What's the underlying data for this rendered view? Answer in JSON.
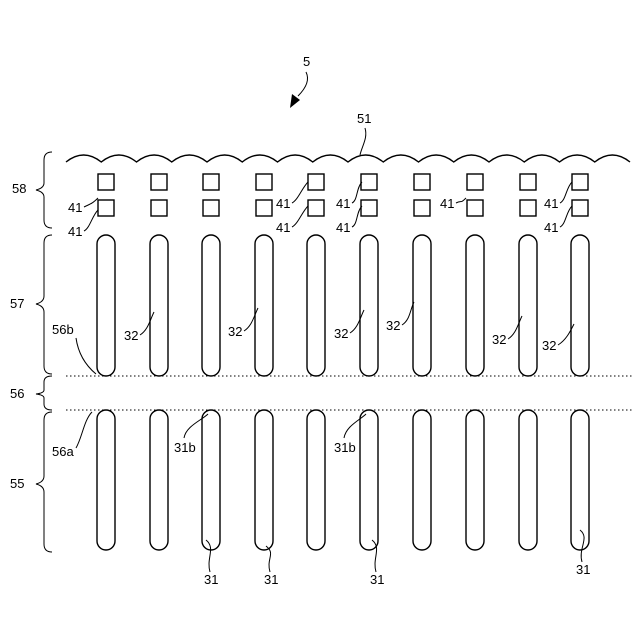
{
  "figure": {
    "ref": "5",
    "top_surface": "51",
    "cell_label": "41",
    "pillar_top": "32",
    "pillar_bottom": "31",
    "pillar_end": "31b",
    "region_58": "58",
    "region_57": "57",
    "region_56": "56",
    "region_55": "55",
    "boundary_upper": "56b",
    "boundary_lower": "56a"
  }
}
